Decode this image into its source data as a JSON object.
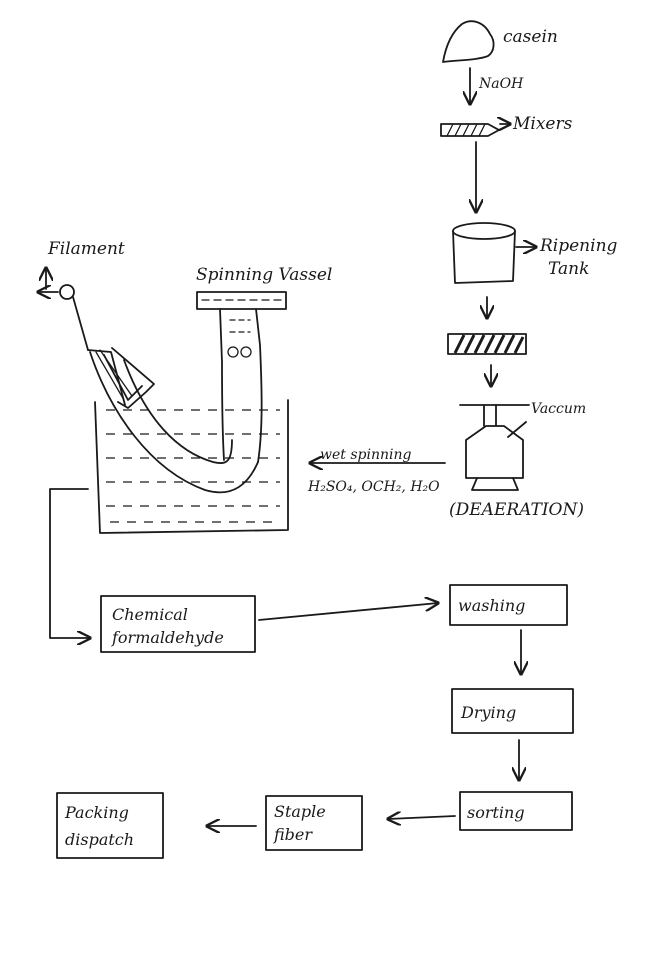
{
  "labels": {
    "casein": "casein",
    "naoh": "NaOH",
    "mixers": "Mixers",
    "ripening_line1": "Ripening",
    "ripening_line2": "Tank",
    "vaccum": "Vaccum",
    "deaeration": "(DEAERATION)",
    "filament": "Filament",
    "spinning_vassel": "Spinning Vassel",
    "wet_spinning": "wet spinning",
    "chemicals": "H₂SO₄, OCH₂, H₂O"
  },
  "boxes": {
    "chemical_line1": "Chemical",
    "chemical_line2": "formaldehyde",
    "washing": "washing",
    "drying": "Drying",
    "sorting": "sorting",
    "staple_line1": "Staple",
    "staple_line2": "fiber",
    "packing_line1": "Packing",
    "packing_line2": "dispatch"
  },
  "colors": {
    "ink": "#1a1a1a",
    "paper": "#ffffff"
  }
}
